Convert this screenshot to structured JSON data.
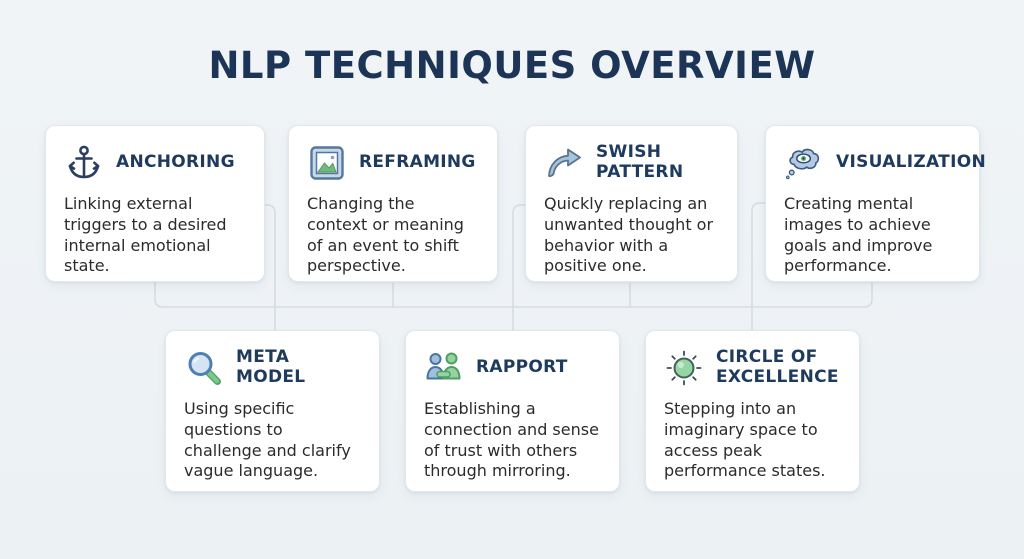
{
  "title": "NLP TECHNIQUES OVERVIEW",
  "cards": [
    {
      "id": "anchoring",
      "icon": "anchor-icon",
      "title": "ANCHORING",
      "description": "Linking external triggers to a desired internal emotional state."
    },
    {
      "id": "reframing",
      "icon": "picture-frame-icon",
      "title": "REFRAMING",
      "description": "Changing the context or meaning of an event to shift perspective."
    },
    {
      "id": "swish-pattern",
      "icon": "curved-arrow-icon",
      "title": "SWISH PATTERN",
      "description": "Quickly replacing an unwanted thought or behavior with a positive one."
    },
    {
      "id": "visualization",
      "icon": "thought-bubble-eye-icon",
      "title": "VISUALIZATION",
      "description": "Creating mental images to achieve goals and improve performance."
    },
    {
      "id": "meta-model",
      "icon": "magnifier-icon",
      "title": "META MODEL",
      "description": "Using specific questions to challenge and clarify vague language."
    },
    {
      "id": "rapport",
      "icon": "two-people-icon",
      "title": "RAPPORT",
      "description": "Establishing a connection and sense of trust with others through mirroring."
    },
    {
      "id": "circle-of-excellence",
      "icon": "sun-circle-icon",
      "title": "CIRCLE OF EXCELLENCE",
      "description": "Stepping into an imaginary space to access peak performance states."
    }
  ],
  "colors": {
    "background": "#eef2f5",
    "card_background": "#ffffff",
    "card_border": "#e3e7eb",
    "title_navy": "#1c3556",
    "heading_navy": "#1e3a5c",
    "body_text": "#2b2b2b",
    "connector_gray": "#d6dce1",
    "icon_steel_blue": "#a9c3dc",
    "icon_light_blue": "#b3c9e6",
    "icon_green": "#96d2a0",
    "icon_navy": "#2b3f63"
  }
}
